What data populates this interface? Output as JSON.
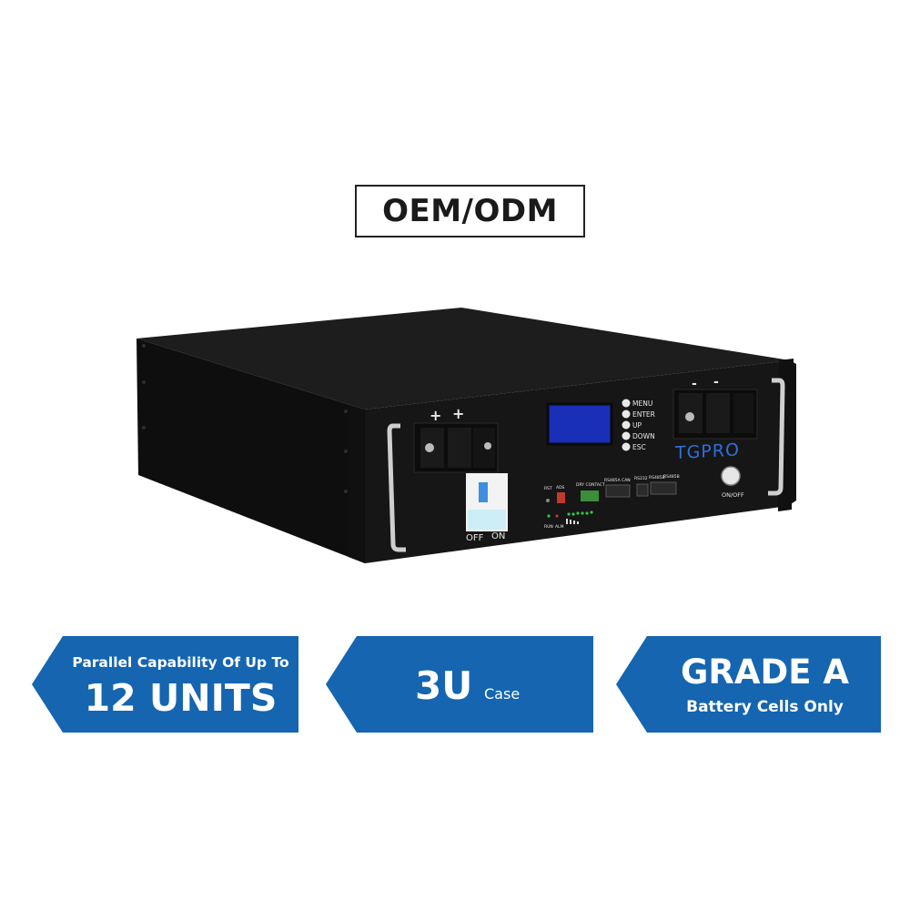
{
  "header": {
    "oem_label": "OEM/ODM"
  },
  "product": {
    "brand": "TGPRO",
    "menu_buttons": [
      "MENU",
      "ENTER",
      "UP",
      "DOWN",
      "ESC"
    ],
    "breaker_labels": {
      "off": "OFF",
      "on": "ON"
    },
    "port_labels": [
      "RST",
      "ADS",
      "DRY CONTACT",
      "RS485A CAN",
      "RS232",
      "RS485B",
      "RS485B"
    ],
    "status_labels": {
      "run": "RUN",
      "alm": "ALM"
    },
    "power_label": "ON/OFF",
    "terminal_positive": "+",
    "terminal_negative": "-"
  },
  "badges": [
    {
      "line1": "Parallel Capability Of Up To",
      "line2": "12 UNITS"
    },
    {
      "big": "3U",
      "small": "Case"
    },
    {
      "line1": "GRADE A",
      "line2": "Battery Cells Only"
    }
  ],
  "colors": {
    "badge_blue": "#1565b0",
    "case_black": "#151515",
    "lcd_blue": "#1a2fb8"
  }
}
